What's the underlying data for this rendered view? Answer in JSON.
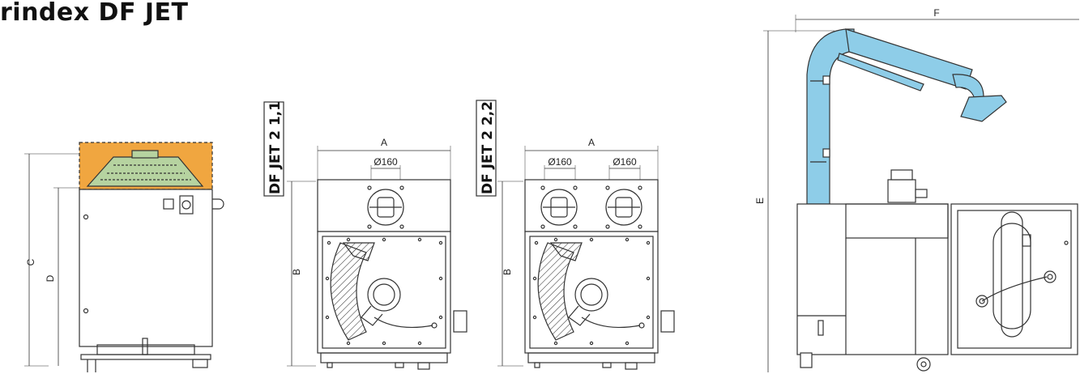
{
  "title": "rindex DF JET",
  "models": {
    "model_1": "DF JET 2 1,1",
    "model_2": "DF JET 2 2,2"
  },
  "dimensions": {
    "A": "A",
    "B": "B",
    "C": "C",
    "D": "D",
    "E": "E",
    "F": "F",
    "duct_diameter": "Ø160"
  },
  "colors": {
    "hood": "#f0a640",
    "hood_dome": "#b6d3a0",
    "arm": "#8ecde8",
    "line": "#333333"
  }
}
